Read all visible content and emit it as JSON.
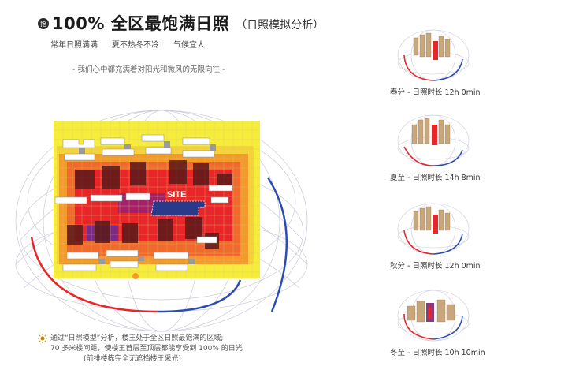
{
  "header": {
    "badge": "抢",
    "title": "100% 全区最饱满日照",
    "subtitle": "（日照模拟分析）",
    "tags": [
      "常年日照满满",
      "夏不热冬不冷",
      "气候宜人"
    ]
  },
  "tagline": "- 我们心中都充满着对阳光和微风的无限向往 -",
  "diagram": {
    "site_label": "SITE",
    "colors": {
      "hot": "#e8262a",
      "warm": "#f39a2b",
      "cool": "#f5d43a",
      "cold": "#f6ec3c",
      "sun_arc": "#2b4bb5",
      "orbit": "#c8c8d8"
    }
  },
  "note": {
    "line1": "通过“日照模型”分析，楼王处于全区日照最饱满的区域;",
    "line2": "70 多米楼间距，使楼王首层至顶层都能享受到 100% 的日光",
    "line3": "(前排楼栋完全无遮挡楼王采光)"
  },
  "seasons": [
    {
      "label": "春分 - 日照时长 12h 0min"
    },
    {
      "label": "夏至 - 日照时长 14h 8min"
    },
    {
      "label": "秋分 - 日照时长 12h 0min"
    },
    {
      "label": "冬至 - 日照时长 10h 10min"
    }
  ]
}
